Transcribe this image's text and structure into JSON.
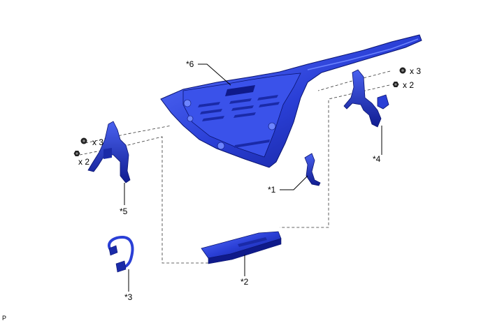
{
  "colors": {
    "part_fill": "#2a3fd6",
    "part_dark": "#0f1a8a",
    "part_light": "#5c74ff",
    "bolt": "#222222"
  },
  "labels": {
    "part1": "*1",
    "part2": "*2",
    "part3": "*3",
    "part4": "*4",
    "part5": "*5",
    "part6": "*6"
  },
  "quantities": {
    "right_upper": "x 3",
    "right_lower": "x 2",
    "left_upper": "x 3",
    "left_lower": "x 2"
  },
  "corner_mark": "P",
  "icons": {
    "bolt": "bolt-icon",
    "nut": "nut-icon"
  }
}
